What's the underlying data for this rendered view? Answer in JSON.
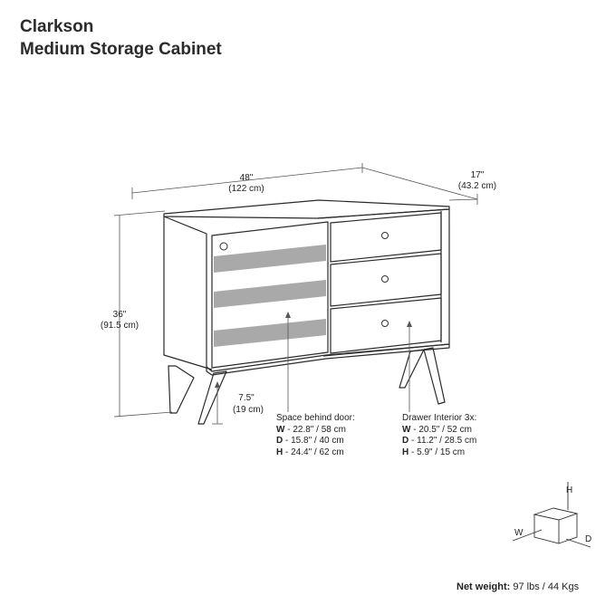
{
  "title_line1": "Clarkson",
  "title_line2": "Medium Storage Cabinet",
  "dims": {
    "width_in": "48\"",
    "width_cm": "(122 cm)",
    "depth_in": "17\"",
    "depth_cm": "(43.2 cm)",
    "height_in": "36\"",
    "height_cm": "(91.5 cm)",
    "leg_in": "7.5\"",
    "leg_cm": "(19 cm)"
  },
  "space_behind_door": {
    "heading": "Space behind door:",
    "rows": [
      {
        "key": "W",
        "value": " - 22.8\" / 58 cm"
      },
      {
        "key": "D",
        "value": " - 15.8\" / 40 cm"
      },
      {
        "key": "H",
        "value": " - 24.4\" / 62 cm"
      }
    ]
  },
  "drawer_interior": {
    "heading": "Drawer Interior 3x:",
    "rows": [
      {
        "key": "W",
        "value": " - 20.5\" / 52 cm"
      },
      {
        "key": "D",
        "value": " - 11.2\" / 28.5 cm"
      },
      {
        "key": "H",
        "value": " - 5.9\" / 15 cm"
      }
    ]
  },
  "axis_icon": {
    "h": "H",
    "w": "W",
    "d": "D"
  },
  "net_weight": {
    "label": "Net weight:",
    "value": " 97 lbs / 44 Kgs"
  }
}
